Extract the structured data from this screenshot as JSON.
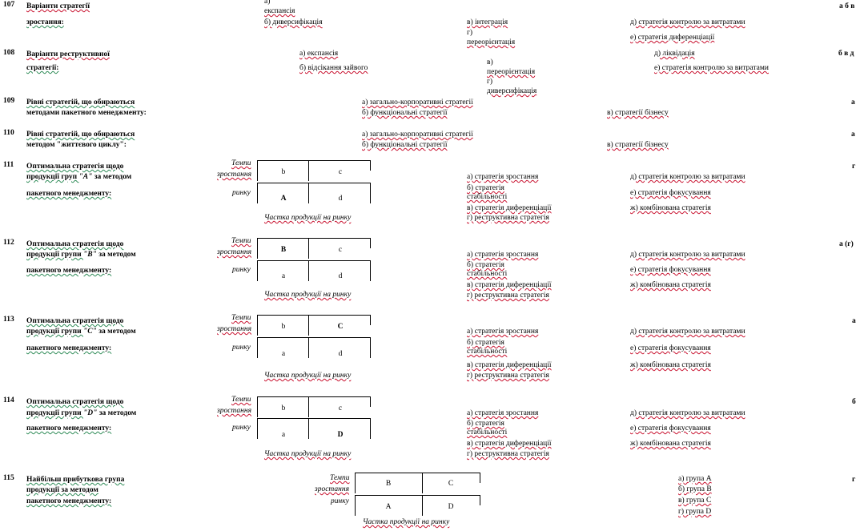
{
  "q107": {
    "num": "107",
    "title1": "Варіанти стратегії",
    "title2": "зростання:",
    "opt_a_1": "а)",
    "opt_a_2": "експансія",
    "opt_b": "б) диверсифікація",
    "opt_v": "в) інтеграція",
    "opt_g_1": "г)",
    "opt_g_2": "переорієнтація",
    "opt_d": "д) стратегія  контролю за витратами",
    "opt_e": "е) стратегія  диференціації",
    "answer": "а б в"
  },
  "q108": {
    "num": "108",
    "title1": "Варіанти реструктивної",
    "title2": "стратегії:",
    "opt_a": "а) експансія",
    "opt_b": "б) відсікання  зайвого",
    "opt_v_1": "в)",
    "opt_v_2": "переорієнтація",
    "opt_g_1": "г)",
    "opt_g_2": "диверсифікація",
    "opt_d": "д) ліквідація",
    "opt_e": "е) стратегія  контролю  за витратами",
    "answer": "б в д"
  },
  "q109": {
    "num": "109",
    "title1": "Рівні стратегій, що обираються",
    "title2": "методами  пакетного менеджменту:",
    "opt_a": "а) загально-корпоративні   стратегії",
    "opt_b": "б) функціональні  стратегії",
    "opt_v": "в) стратегії  бізнесу",
    "answer": "а"
  },
  "q110": {
    "num": "110",
    "title1": "Рівні стратегій, що обираються",
    "title2": "методом  \"життєвого  циклу\":",
    "opt_a": "а) загально-корпоративні   стратегії",
    "opt_b": "б) функціональні  стратегії",
    "opt_v": "в) стратегії  бізнесу",
    "answer": "а"
  },
  "matrix_labels": {
    "rate1": "Темпи",
    "rate2": "зростання",
    "market": "ринку",
    "share": "Частка продукції на ринку"
  },
  "strategy_options": {
    "a": "а) стратегія  зростання",
    "b1": "б) стратегія",
    "b2": "стабільності",
    "v": "в) стратегія  диференціації",
    "g": "г) реструктивна   стратегія",
    "d": "д) стратегія  контролю за витратами",
    "e": "е) стратегія  фокусування",
    "zh": "ж) комбінована  стратегія"
  },
  "q111": {
    "num": "111",
    "title1": "Оптимальна стратегія щодо",
    "title2_pre": "продукції груп ",
    "title2_group": "\"А\"",
    "title2_post": " за методом",
    "title3": "пакетного менеджменту:",
    "cells": [
      "b",
      "c",
      "A",
      "d"
    ],
    "answer": "г"
  },
  "q112": {
    "num": "112",
    "title1": "Оптимальна стратегія щодо",
    "title2_pre": "продукції групи ",
    "title2_group": "\"В\"",
    "title2_post": " за методом",
    "title3": "пакетного менеджменту:",
    "cells": [
      "B",
      "c",
      "a",
      "d"
    ],
    "answer": "а (г)"
  },
  "q113": {
    "num": "113",
    "title1": "Оптимальна стратегія щодо",
    "title2_pre": "продукції групи ",
    "title2_group": "\"С\"",
    "title2_post": " за методом",
    "title3": "пакетного менеджменту:",
    "cells": [
      "b",
      "C",
      "a",
      "d"
    ],
    "answer": "а"
  },
  "q114": {
    "num": "114",
    "title1": "Оптимальна стратегія щодо",
    "title2_pre": "продукції групи ",
    "title2_group": "\"D\"",
    "title2_post": " за методом",
    "title3": "пакетного менеджменту:",
    "cells": [
      "b",
      "c",
      "a",
      "D"
    ],
    "answer": "б"
  },
  "q115": {
    "num": "115",
    "title1": "Найбільш прибуткова група",
    "title2": "продукції за методом",
    "title3": "пакетного менеджменту:",
    "cells": [
      "B",
      "C",
      "A",
      "D"
    ],
    "opt_a": "а) група А",
    "opt_b": "б) група В",
    "opt_v": "в) група С",
    "opt_g": "г) група D",
    "answer": "г"
  }
}
